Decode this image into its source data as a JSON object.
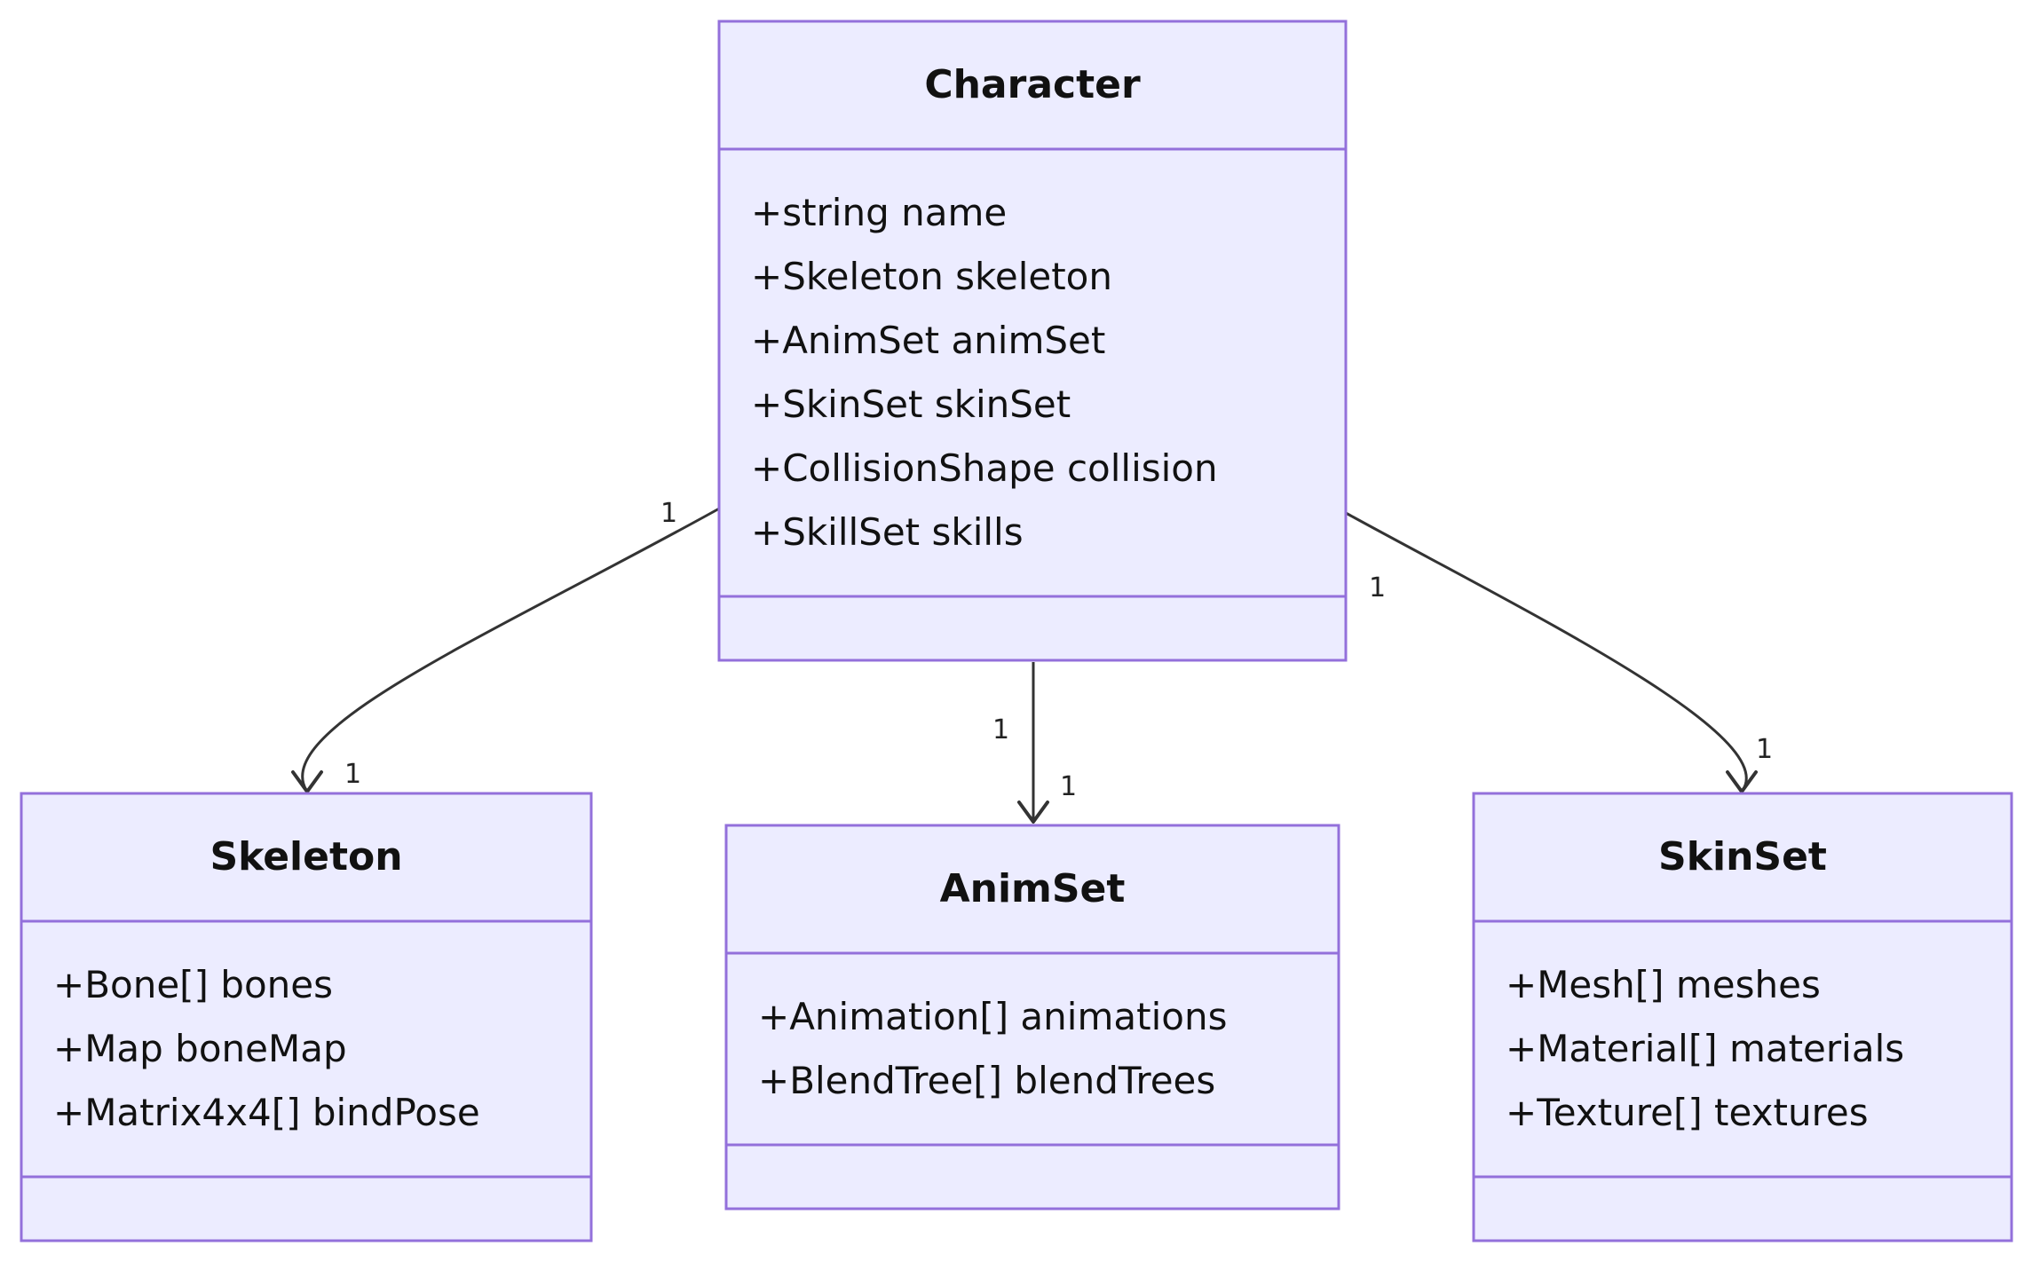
{
  "classes": {
    "character": {
      "name": "Character",
      "attributes": [
        "+string name",
        "+Skeleton skeleton",
        "+AnimSet animSet",
        "+SkinSet skinSet",
        "+CollisionShape collision",
        "+SkillSet skills"
      ]
    },
    "skeleton": {
      "name": "Skeleton",
      "attributes": [
        "+Bone[] bones",
        "+Map boneMap",
        "+Matrix4x4[] bindPose"
      ]
    },
    "animset": {
      "name": "AnimSet",
      "attributes": [
        "+Animation[] animations",
        "+BlendTree[] blendTrees"
      ]
    },
    "skinset": {
      "name": "SkinSet",
      "attributes": [
        "+Mesh[] meshes",
        "+Material[] materials",
        "+Texture[] textures"
      ]
    }
  },
  "relations": [
    {
      "from": "Character",
      "to": "Skeleton",
      "from_mult": "1",
      "to_mult": "1"
    },
    {
      "from": "Character",
      "to": "AnimSet",
      "from_mult": "1",
      "to_mult": "1"
    },
    {
      "from": "Character",
      "to": "SkinSet",
      "from_mult": "1",
      "to_mult": "1"
    }
  ],
  "colors": {
    "box_fill": "#ececff",
    "box_stroke": "#9370db",
    "edge": "#333333"
  }
}
